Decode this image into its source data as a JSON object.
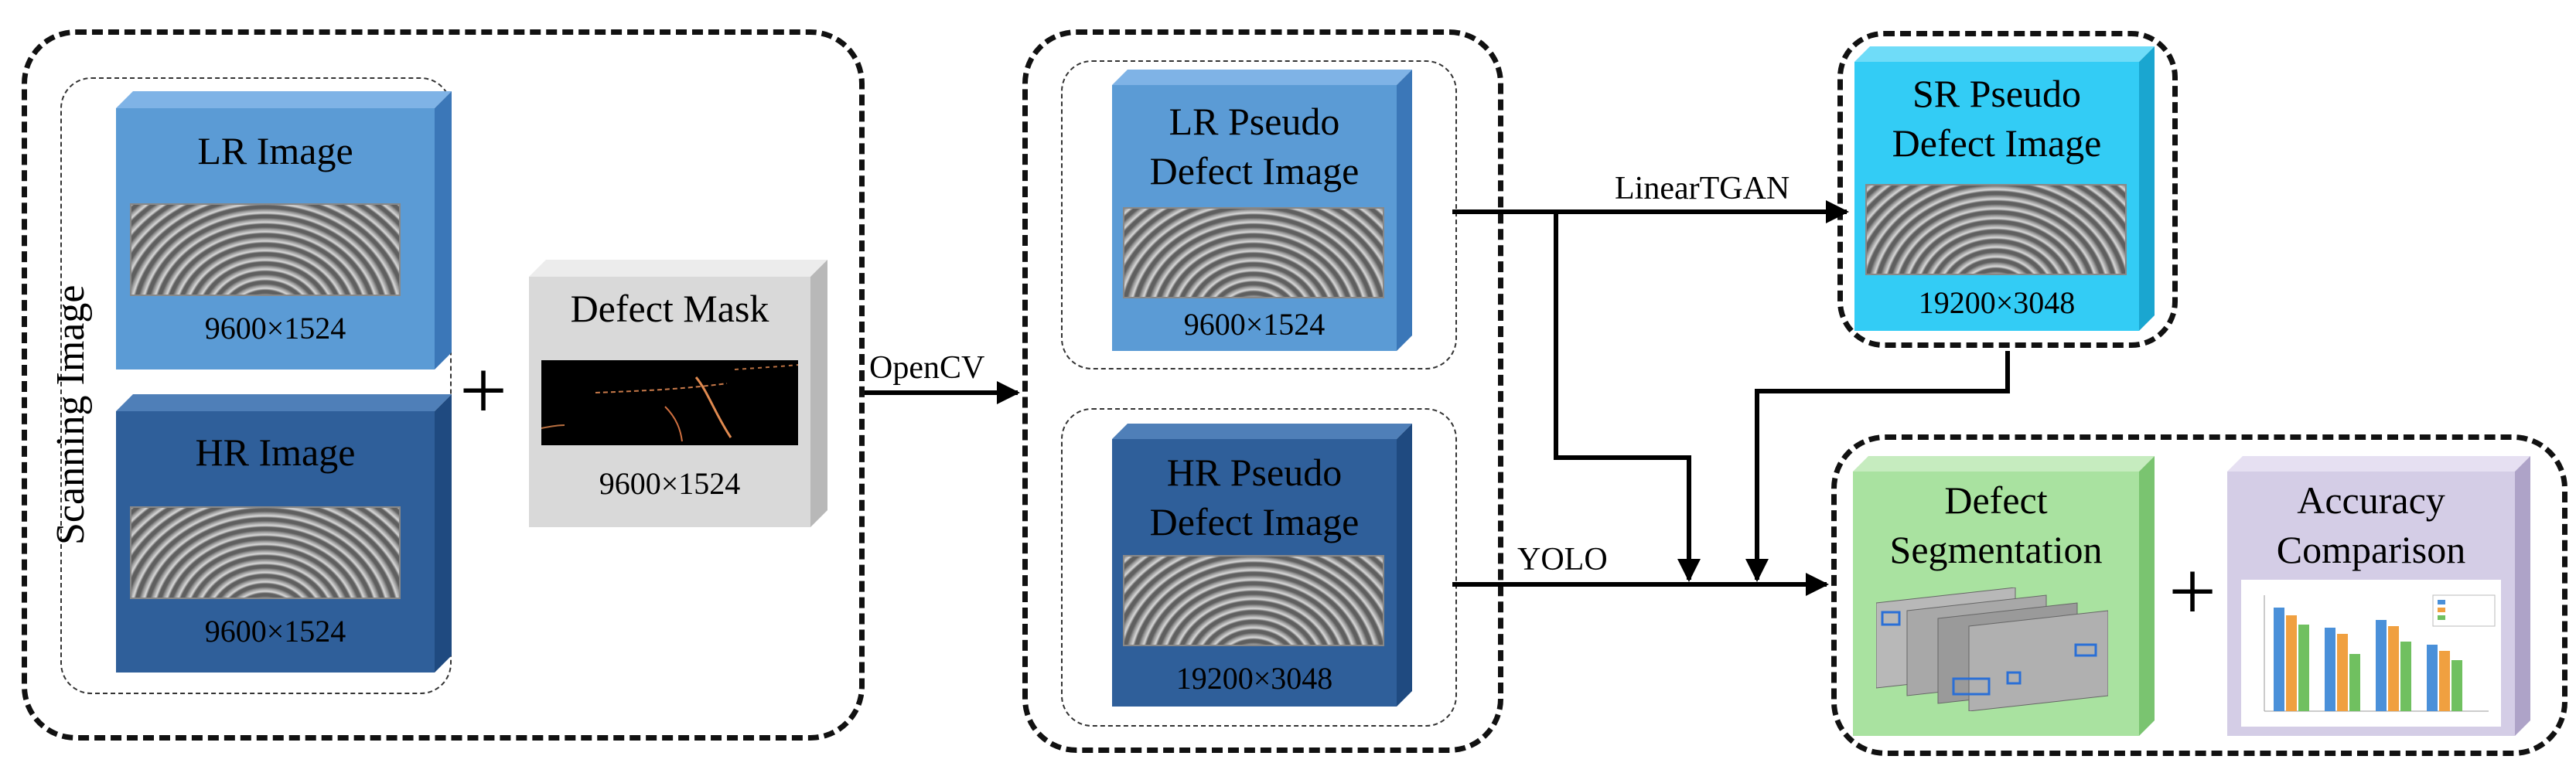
{
  "colors": {
    "lr_blue": "#5b9bd5",
    "hr_blue": "#2f5f9a",
    "mask_gray": "#d9d9d9",
    "sr_cyan": "#33ccf5",
    "seg_green": "#a9e2a0",
    "acc_lavender": "#d4cde6"
  },
  "scanning": {
    "vertical_label": "Scanning Image",
    "lr": {
      "title": "LR Image",
      "dims": "9600×1524"
    },
    "hr": {
      "title": "HR Image",
      "dims": "9600×1524"
    },
    "plus": "+"
  },
  "mask": {
    "title": "Defect Mask",
    "dims": "9600×1524"
  },
  "arrows": {
    "opencv": "OpenCV",
    "lineartgan": "LinearTGAN",
    "yolo": "YOLO"
  },
  "pseudo": {
    "lr": {
      "title_line1": "LR Pseudo",
      "title_line2": "Defect Image",
      "dims": "9600×1524"
    },
    "hr": {
      "title_line1": "HR Pseudo",
      "title_line2": "Defect Image",
      "dims": "19200×3048"
    }
  },
  "sr": {
    "title_line1": "SR Pseudo",
    "title_line2": "Defect Image",
    "dims": "19200×3048"
  },
  "results": {
    "seg": {
      "title_line1": "Defect",
      "title_line2": "Segmentation"
    },
    "acc": {
      "title_line1": "Accuracy",
      "title_line2": "Comparison"
    },
    "plus": "+"
  }
}
